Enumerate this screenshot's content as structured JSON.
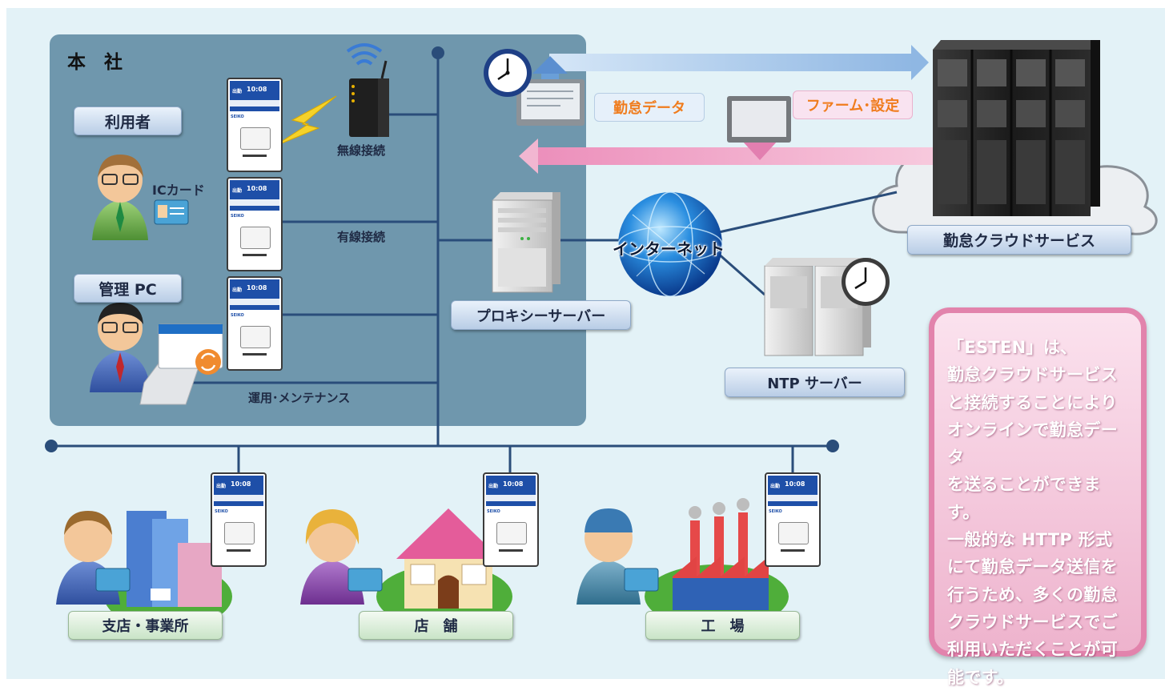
{
  "headquarters": {
    "title": "本　社"
  },
  "users": {
    "label": "利用者"
  },
  "ic_card": {
    "label": "ICカード"
  },
  "admin_pc": {
    "label": "管理 PC"
  },
  "wireless": {
    "label": "無線接続"
  },
  "wired": {
    "label": "有線接続"
  },
  "maintenance": {
    "label": "運用･メンテナンス"
  },
  "proxy": {
    "label": "プロキシーサーバー"
  },
  "internet": {
    "label": "インターネット"
  },
  "ntp": {
    "label": "NTP サーバー"
  },
  "cloud": {
    "label": "勤怠クラウドサービス"
  },
  "flows": {
    "attendance_data": "勤怠データ",
    "firmware": "ファーム･設定"
  },
  "sites": {
    "branch": "支店・事業所",
    "store": "店　舗",
    "factory": "工　場"
  },
  "terminal": {
    "status": "出勤",
    "time": "10:08",
    "brand": "SEIKO"
  },
  "info": {
    "lines": [
      "「ESTEN」は、",
      "勤怠クラウドサービス",
      "と接続することにより",
      "オンラインで勤怠データ",
      "を送ることができます。",
      "一般的な HTTP 形式",
      "にて勤怠データ送信を",
      "行うため、多くの勤怠",
      "クラウドサービスでご",
      "利用いただくことが可",
      "能です。"
    ]
  },
  "colors": {
    "background": "#e3f2f7",
    "headquarters_panel": "#6f97ad",
    "network_line": "#2a4d7a",
    "upload_arrow": "#a9c9ea",
    "download_arrow": "#f0a3c6",
    "info_border": "#e283ac"
  },
  "icons": [
    "wifi-router-icon",
    "lightning-icon",
    "clock-icon",
    "server-rack-icon",
    "globe-icon",
    "cloud-icon",
    "person-icon",
    "building-icon",
    "house-icon",
    "factory-icon",
    "ic-card-icon",
    "monitor-icon",
    "sync-icon",
    "terminal-device-icon"
  ]
}
